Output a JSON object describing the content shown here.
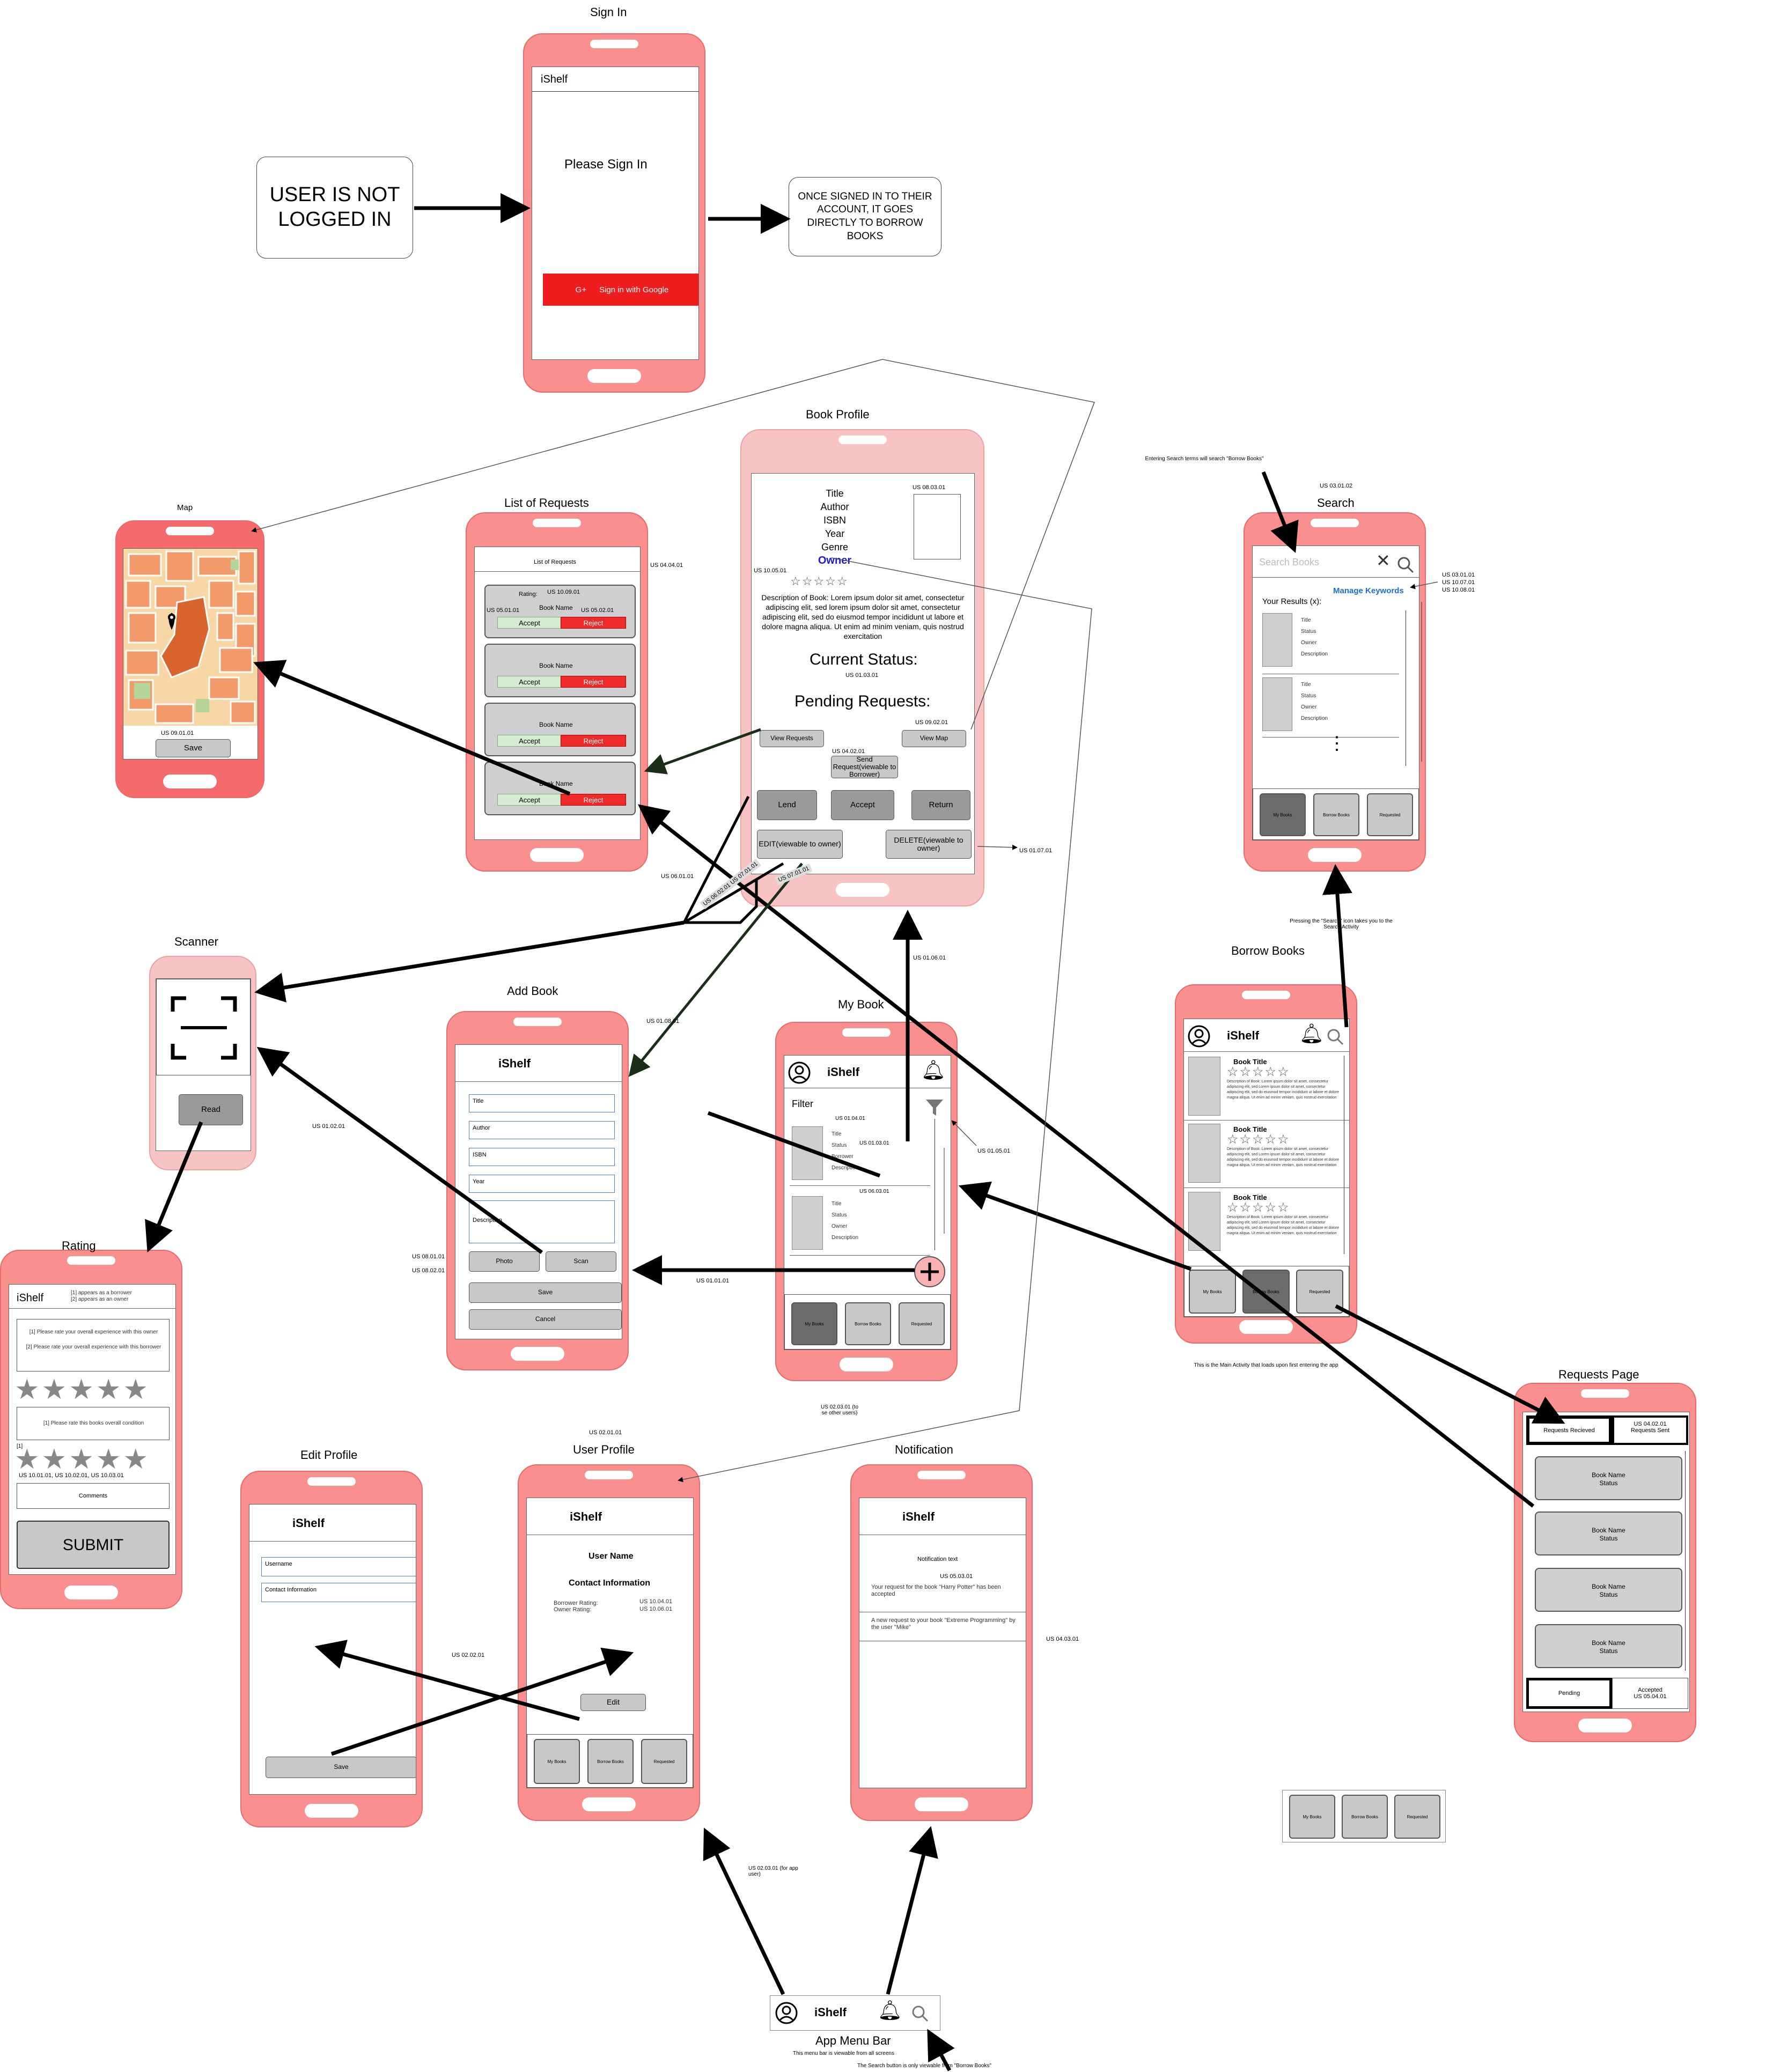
{
  "sign_in": {
    "title": "Sign In",
    "app": "iShelf",
    "prompt": "Please Sign In",
    "google_btn": "Sign in with Google",
    "google_icon": "G+"
  },
  "note_not_logged": "USER IS NOT LOGGED IN",
  "note_signed_in": "ONCE SIGNED IN TO THEIR ACCOUNT, IT GOES DIRECTLY TO BORROW BOOKS",
  "map": {
    "title": "Map",
    "us": "US 09.01.01",
    "save": "Save"
  },
  "list_requests": {
    "title": "List of Requests",
    "header": "List of Requests",
    "us_side": "US 04.04.01",
    "rating": "Rating:",
    "us_rating": "US 10.09.01",
    "us_left": "US 05.01.01",
    "us_right": "US 05.02.01",
    "book_name": "Book Name",
    "accept": "Accept",
    "reject": "Reject",
    "us_bottom": "US 06.01.01"
  },
  "book_profile": {
    "title": "Book Profile",
    "fields": [
      "Title",
      "Author",
      "ISBN",
      "Year",
      "Genre"
    ],
    "owner": "Owner",
    "us_img": "US 08.03.01",
    "us_stars": "US 10.05.01",
    "description": "Description of Book: Lorem ipsum dolor sit amet, consectetur adipiscing elit, sed lorem ipsum dolor sit amet, consectetur adipiscing elit, sed do eiusmod tempor incididunt ut labore et dolore magna aliqua. Ut enim ad minim veniam, quis nostrud exercitation",
    "current_status": "Current Status:",
    "us_status": "US 01.03.01",
    "pending": "Pending Requests:",
    "us_map": "US 09.02.01",
    "view_requests": "View Requests",
    "view_map": "View Map",
    "us_send": "US 04.02.01",
    "send": "Send Request(viewable to Borrower)",
    "lend": "Lend",
    "accept": "Accept",
    "return": "Return",
    "edit": "EDIT(viewable to owner)",
    "delete": "DELETE(viewable to owner)",
    "us_delete": "US 01.07.01",
    "diag1": "US 06.02.01  US 07.01.01",
    "diag2": "US 07.01.01"
  },
  "search": {
    "hint": "Entering Search terms will search \"Borrow Books\"",
    "us_top": "US 03.01.02",
    "title": "Search",
    "placeholder": "Search Books",
    "manage": "Manage Keywords",
    "us_side": [
      "US 03.01.01",
      "US 10.07.01",
      "US 10.08.01"
    ],
    "results": "Your Results (x):",
    "item_lines": [
      "Title",
      "Status",
      "Owner",
      "Description"
    ],
    "tabs": [
      "My Books",
      "Borrow Books",
      "Requested"
    ],
    "note": "Pressing the \"Search\" icon takes you to the Search Activity"
  },
  "borrow": {
    "title": "Borrow Books",
    "app": "iShelf",
    "book_title": "Book  Title",
    "desc": "Description of Book: Lorem ipsum dolor sit amet, consectetur adipiscing elit, sed Lorem ipsum dolor sit amet, consectetur adipiscing elit, sed do eiusmod tempor incididunt ut labore et dolore magna aliqua. Ut enim ad minim veniam, quis nostrud exercitation",
    "tabs": [
      "My Books",
      "Borrow Books",
      "Requested"
    ],
    "note": "This is the Main Activity that loads upon first entering the app"
  },
  "scanner": {
    "title": "Scanner",
    "read": "Read"
  },
  "add_book": {
    "title": "Add Book",
    "app": "iShelf",
    "fields": [
      "Title",
      "Author",
      "ISBN",
      "Year",
      "Description"
    ],
    "photo": "Photo",
    "scan": "Scan",
    "save": "Save",
    "cancel": "Cancel",
    "us_side": "US 01.08.01",
    "us_left": [
      "US 08.01.01",
      "US 08.02.01"
    ],
    "us_scan": "US 01.02.01"
  },
  "my_book": {
    "title": "My Book",
    "app": "iShelf",
    "filter": "Filter",
    "us_filter": "US 01.04.01",
    "item1": [
      "Title",
      "Status",
      "Borrower",
      "Description"
    ],
    "us_item1": "US 01.03.01",
    "us_item2": "US 06.03.01",
    "item2": [
      "Title",
      "Status",
      "Owner",
      "Description"
    ],
    "us_funnel": "US 01.05.01",
    "us_add": "US 01.01.01",
    "us_up": "US 01.06.01",
    "tabs": [
      "My Books",
      "Borrow Books",
      "Requested"
    ]
  },
  "rating": {
    "title": "Rating",
    "app": "iShelf",
    "legend": [
      "[1] appears as a borrower",
      "[2] appears as an owner"
    ],
    "q1": "[1] Please rate your overall experience with this owner",
    "q2": "[2] Please rate your overall experience with this borrower",
    "q3": "[1] Please rate this books overall condition",
    "mark": "[1]",
    "us": "US 10.01.01, US 10.02.01, US 10.03.01",
    "comments": "Comments",
    "submit": "SUBMIT"
  },
  "requests_page": {
    "title": "Requests Page",
    "received": "Requests Recieved",
    "us_sent": "US 04.02.01",
    "sent": "Requests Sent",
    "book_name": "Book Name",
    "status": "Status",
    "pending": "Pending",
    "accepted": "Accepted",
    "us_accepted": "US 05.04.01"
  },
  "edit_profile": {
    "title": "Edit Profile",
    "app": "iShelf",
    "username": "Username",
    "contact": "Contact Information",
    "save": "Save",
    "us": "US 02.02.01"
  },
  "user_profile": {
    "us_top": "US 02.01.01",
    "title": "User Profile",
    "app": "iShelf",
    "user_name": "User Name",
    "contact": "Contact Information",
    "borrower_rating": "Borrower Rating:",
    "owner_rating": "Owner Rating:",
    "us_b": "US 10.04.01",
    "us_o": "US 10.06.01",
    "edit": "Edit",
    "tabs": [
      "My Books",
      "Borrow Books",
      "Requested"
    ],
    "us_other": "US 02.03.01 (to se other users)"
  },
  "notification": {
    "title": "Notification",
    "app": "iShelf",
    "text": "Notification text",
    "us": "US 05.03.01",
    "n1": "Your request for the book \"Harry Potter\" has been accepted",
    "n2": "A new request to your book \"Extreme Programming\" by the user \"Mike\"",
    "us_side": "US 04.03.01"
  },
  "menu_bar": {
    "app": "iShelf",
    "title": "App Menu Bar",
    "note": "This menu bar is viewable from all screens",
    "search_note": "The Search button is only viewable from \"Borrow Books\"",
    "us": "US 02.03.01 (for app user)"
  },
  "legend_tabs": [
    "My Books",
    "Borrow Books",
    "Requested"
  ],
  "colors": {
    "phone": "#f9908f",
    "accent_red": "#ee2a2a",
    "link_blue": "#1a6fd8"
  }
}
